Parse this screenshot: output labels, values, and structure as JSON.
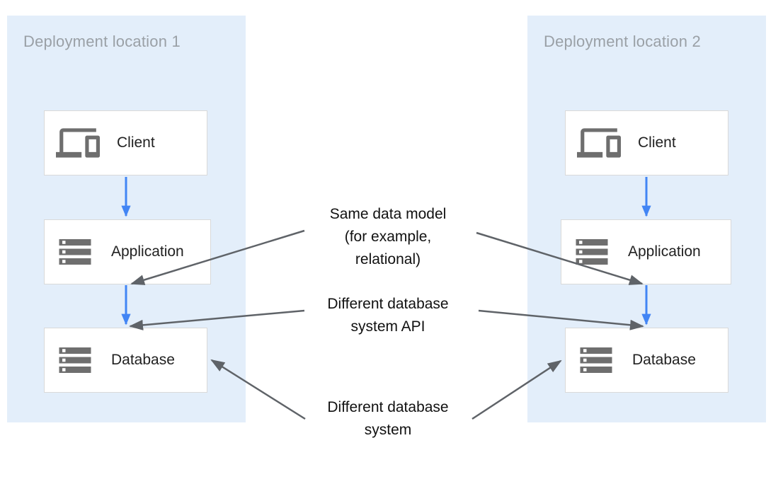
{
  "locations": [
    {
      "title": "Deployment location 1",
      "nodes": [
        {
          "label": "Client"
        },
        {
          "label": "Application"
        },
        {
          "label": "Database"
        }
      ]
    },
    {
      "title": "Deployment location 2",
      "nodes": [
        {
          "label": "Client"
        },
        {
          "label": "Application"
        },
        {
          "label": "Database"
        }
      ]
    }
  ],
  "annotations": [
    {
      "lines": [
        "Same data model",
        "(for example,",
        "relational)"
      ]
    },
    {
      "lines": [
        "Different database",
        "system API"
      ]
    },
    {
      "lines": [
        "Different database",
        "system"
      ]
    }
  ],
  "icons": {
    "client": "devices-icon",
    "application": "storage-icon",
    "database": "storage-icon"
  },
  "colors": {
    "page_bg": "#ffffff",
    "container_bg": "#e3eefa",
    "box_border": "#d9d9d9",
    "icon_gray": "#6e6e6e",
    "arrow_blue": "#4285f4",
    "arrow_gray": "#5f6368",
    "title_gray": "#9aa0a6",
    "label_dark": "#212121",
    "annotation_black": "#111111"
  }
}
